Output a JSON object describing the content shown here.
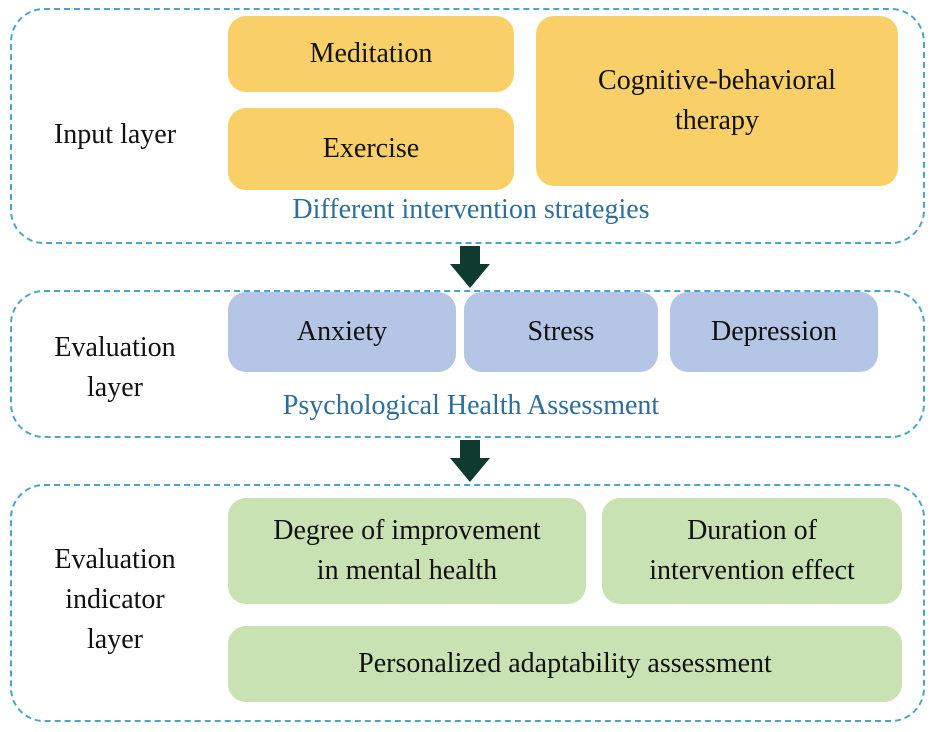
{
  "input_layer": {
    "label": "Input layer",
    "boxes": {
      "meditation": "Meditation",
      "exercise": "Exercise",
      "cbt_line1": "Cognitive-behavioral",
      "cbt_line2": "therapy"
    },
    "caption": "Different intervention strategies"
  },
  "evaluation_layer": {
    "label_line1": "Evaluation",
    "label_line2": "layer",
    "boxes": {
      "anxiety": "Anxiety",
      "stress": "Stress",
      "depression": "Depression"
    },
    "caption": "Psychological Health Assessment"
  },
  "indicator_layer": {
    "label_line1": "Evaluation",
    "label_line2": "indicator",
    "label_line3": "layer",
    "boxes": {
      "improvement_line1": "Degree of improvement",
      "improvement_line2": "in mental health",
      "duration_line1": "Duration of",
      "duration_line2": "intervention effect",
      "personalized": "Personalized adaptability assessment"
    }
  },
  "colors": {
    "border": "#4aa6c9",
    "yellow": "#f8d067",
    "blue": "#b5c5e5",
    "green": "#c8e2b4",
    "caption": "#2e6e9e",
    "arrow": "#0f3b2e"
  }
}
